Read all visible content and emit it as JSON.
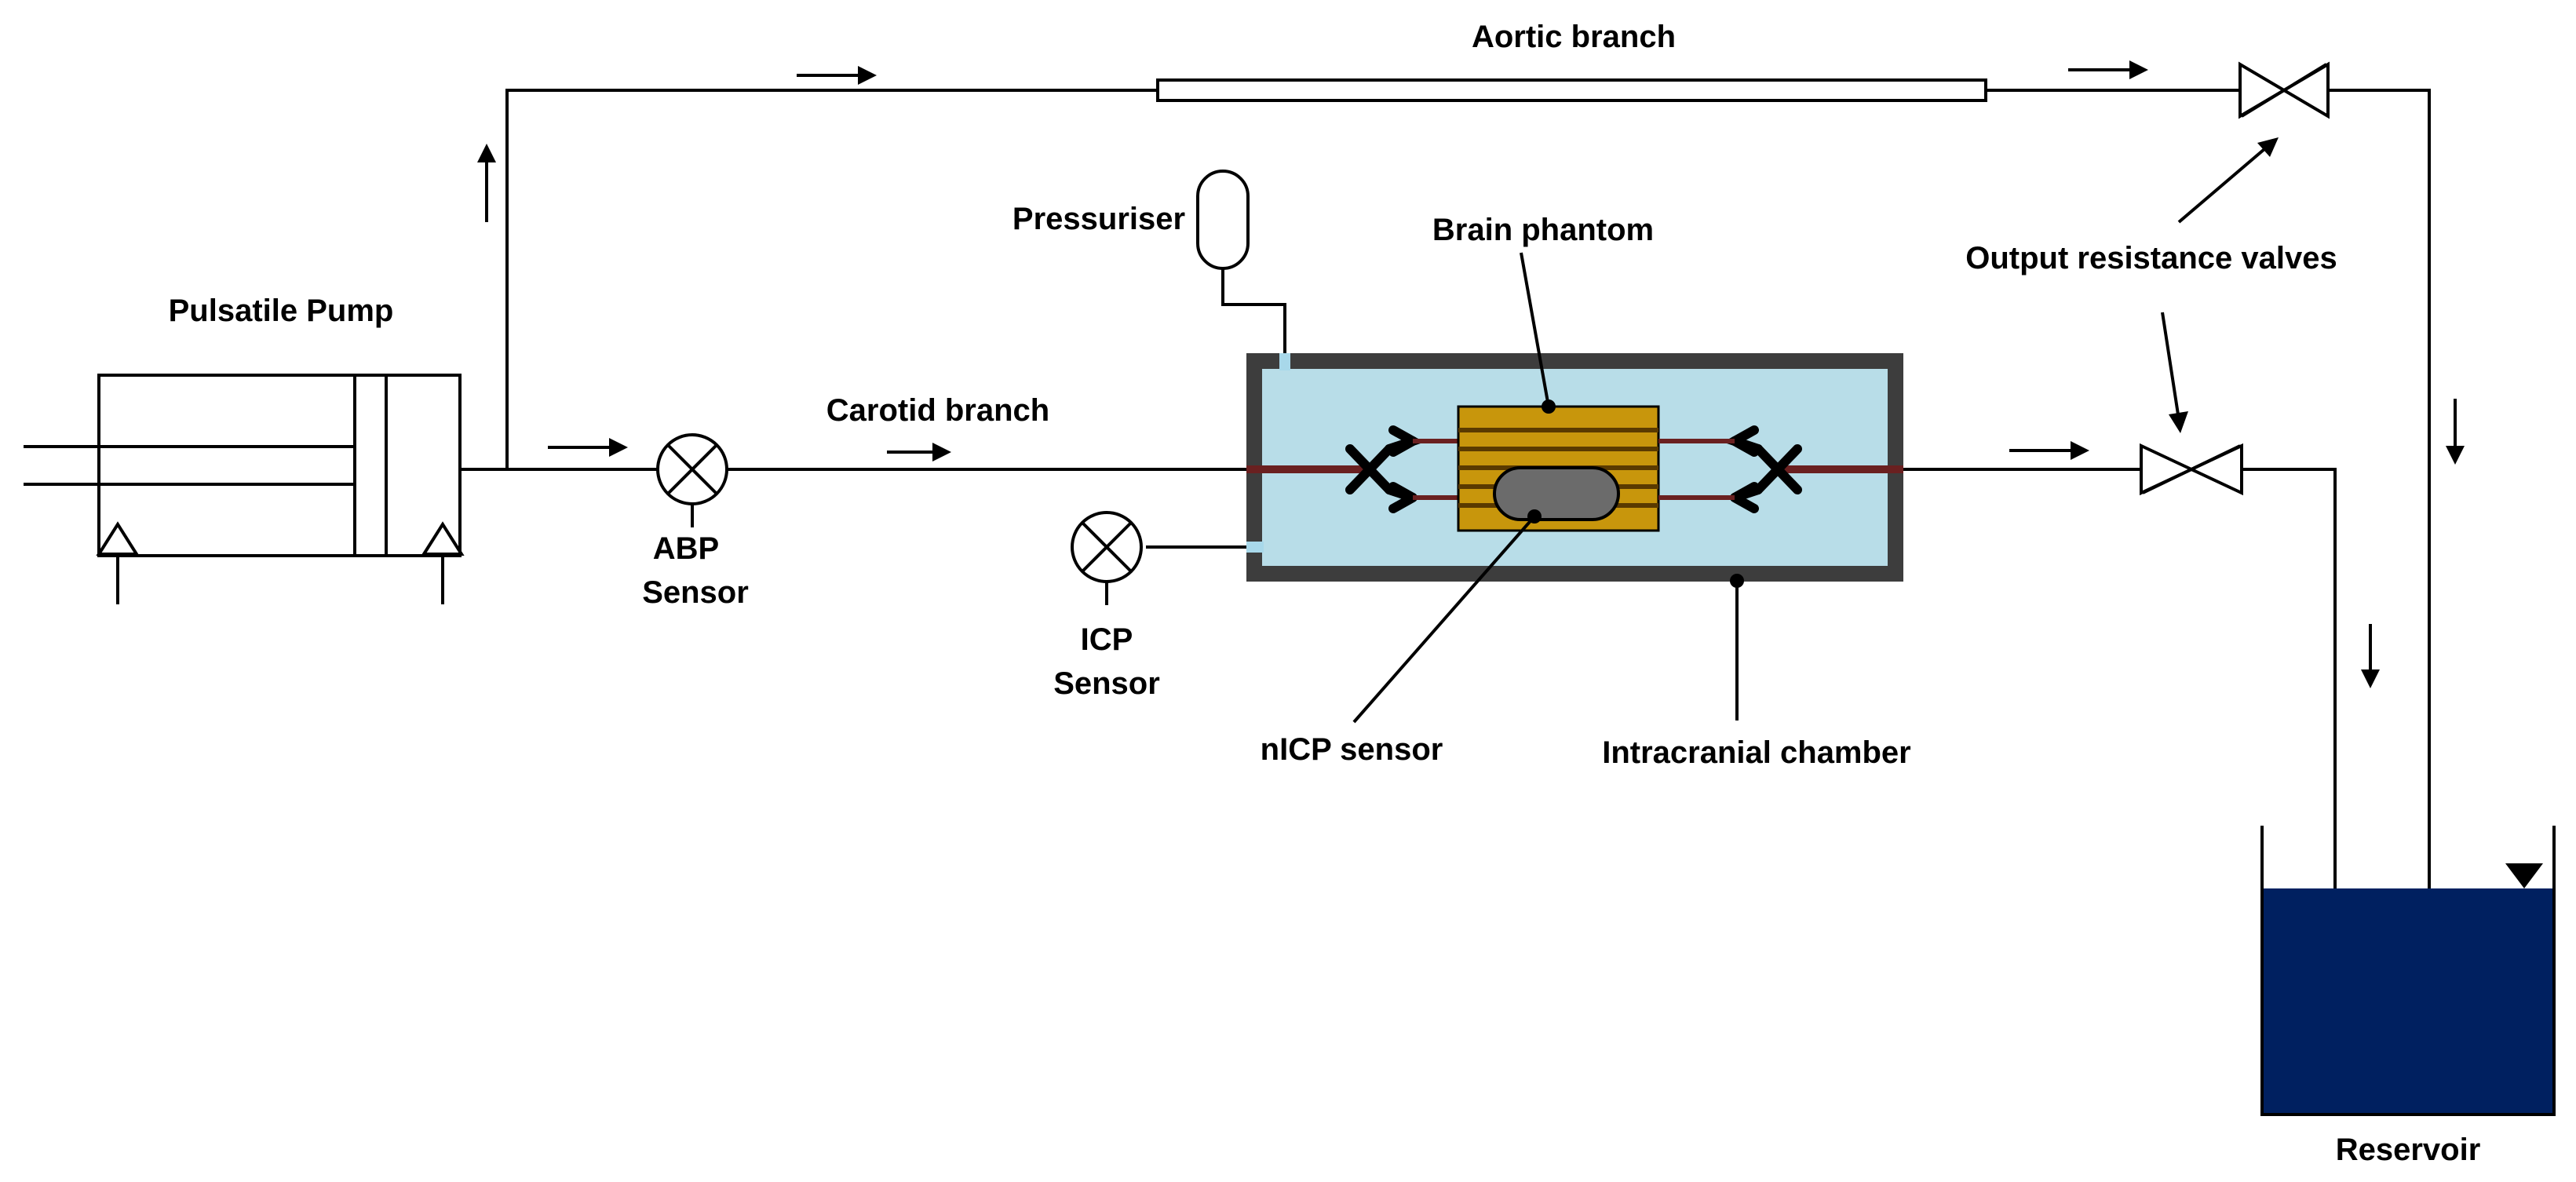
{
  "labels": {
    "aortic_branch": "Aortic branch",
    "pulsatile_pump": "Pulsatile Pump",
    "pressuriser": "Pressuriser",
    "brain_phantom": "Brain phantom",
    "output_resistance_valves": "Output resistance valves",
    "carotid_branch": "Carotid branch",
    "abp_sensor_line1": "ABP",
    "abp_sensor_line2": "Sensor",
    "icp_sensor_line1": "ICP",
    "icp_sensor_line2": "Sensor",
    "nicp_sensor": "nICP sensor",
    "intracranial_chamber": "Intracranial chamber",
    "reservoir": "Reservoir"
  },
  "colors": {
    "line": "#000000",
    "chamber_wall": "#3d3d3d",
    "chamber_fluid": "#b8dde8",
    "phantom_fill": "#c8960c",
    "phantom_stripe": "#5a3a00",
    "vessel_tube": "#6a2020",
    "nicp_sensor_fill": "#6b6b6b",
    "reservoir_fluid": "#002060",
    "connector": "#a8d8ea"
  }
}
